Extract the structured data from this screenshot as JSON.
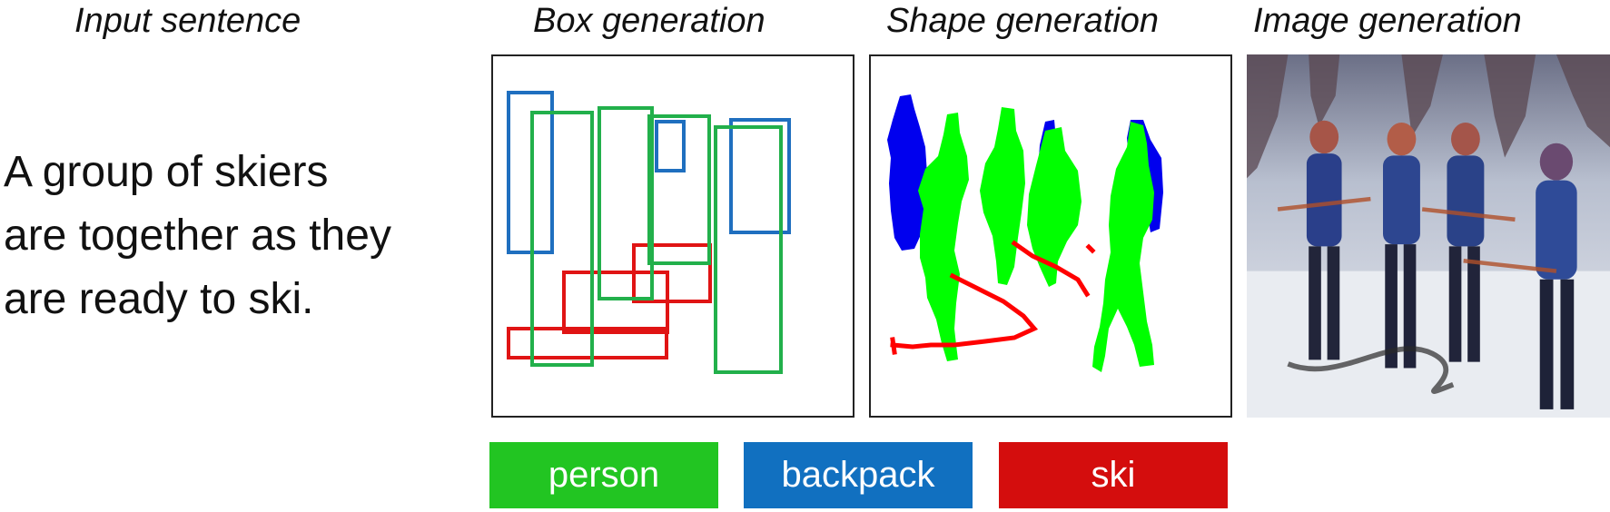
{
  "headers": {
    "input": "Input sentence",
    "box": "Box generation",
    "shape": "Shape generation",
    "image": "Image generation"
  },
  "sentence": {
    "lines": [
      "A group of skiers",
      "are together as they",
      "are ready to ski."
    ]
  },
  "legend": [
    {
      "label": "person",
      "color": "#22c522"
    },
    {
      "label": "backpack",
      "color": "#1170c0"
    },
    {
      "label": "ski",
      "color": "#d40d0d"
    }
  ],
  "colors": {
    "box_person": "#22b04b",
    "box_backpack": "#1f6fbf",
    "box_ski": "#e01414",
    "mask_person": "#00ff00",
    "mask_backpack": "#0000ee",
    "mask_ski": "#ff0000"
  }
}
